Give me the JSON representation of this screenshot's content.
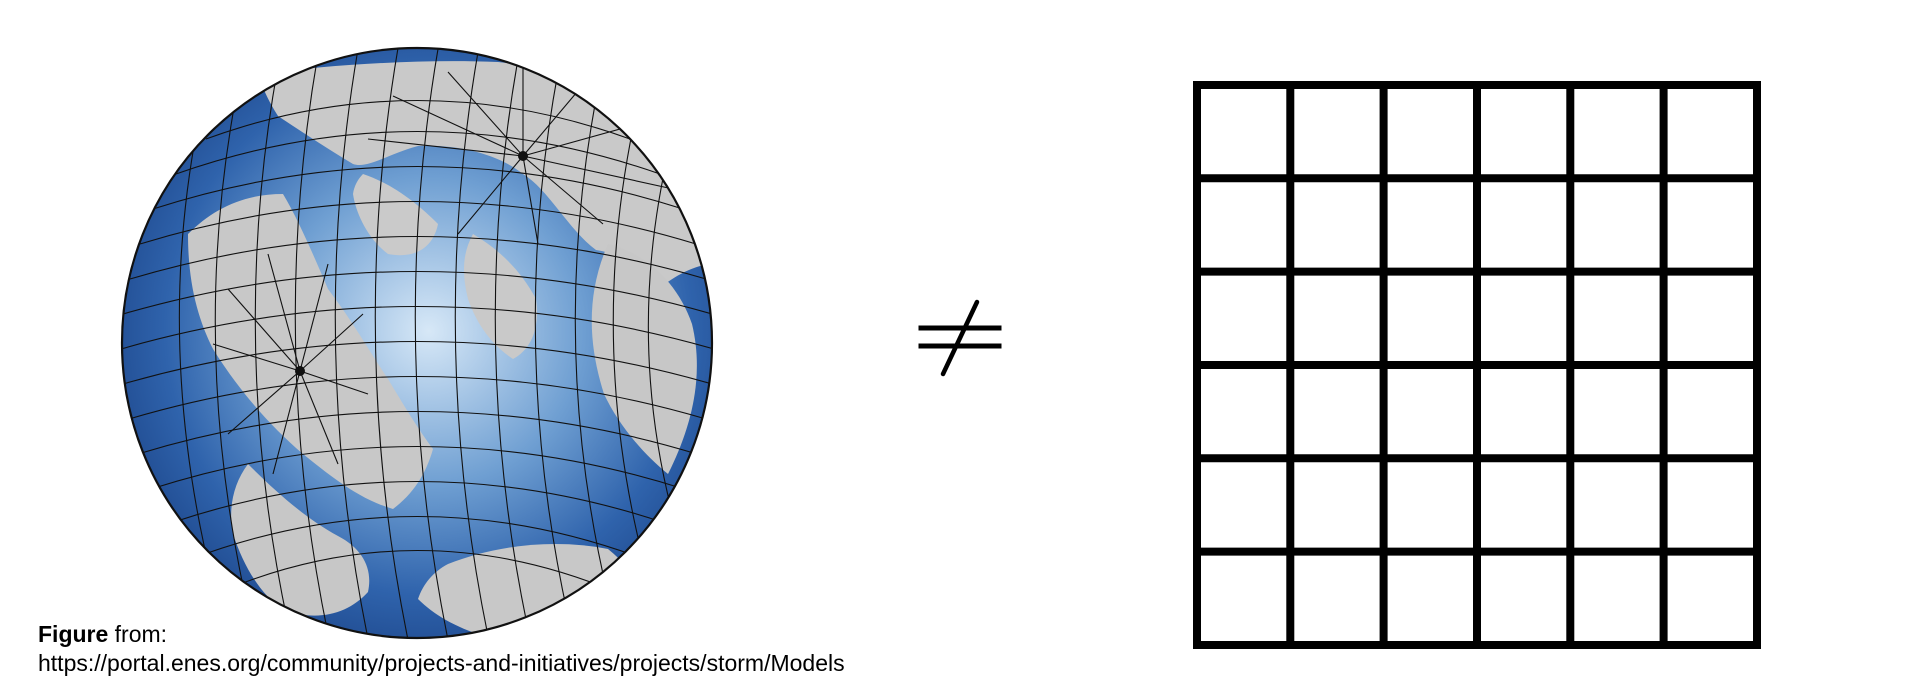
{
  "caption": {
    "figure_word": "Figure",
    "from_text": " from:",
    "url": "https://portal.enes.org/community/projects-and-initiatives/projects/storm/Models"
  },
  "symbol": {
    "name": "not-equal-icon",
    "glyph": "≠"
  },
  "globe": {
    "icon": "globe-curvilinear-grid-icon",
    "ocean_deep_color": "#1f4e98",
    "ocean_mid_color": "#4f7fc0",
    "ocean_shallow_color": "#c9def2",
    "land_color": "#c9c9c9",
    "grid_line_color": "#111111"
  },
  "regular_grid": {
    "icon": "regular-square-grid-icon",
    "rows": 6,
    "columns": 6,
    "line_color": "#000000"
  }
}
